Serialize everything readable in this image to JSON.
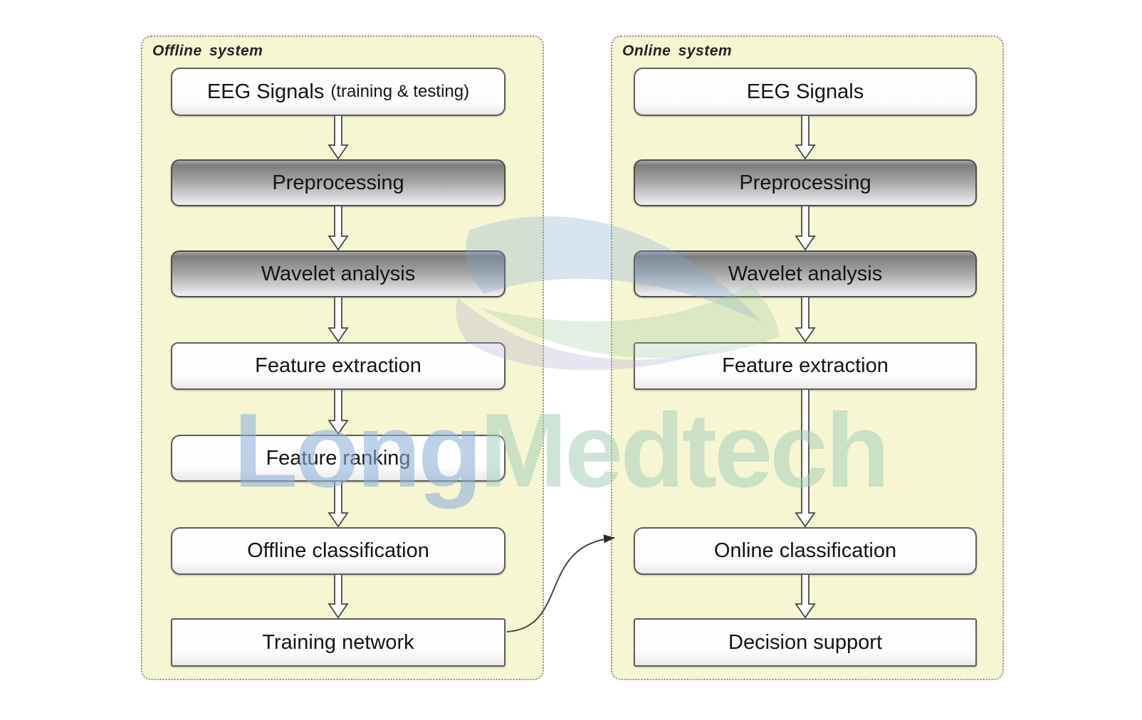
{
  "offline_panel": {
    "label": "Offline system",
    "boxes": {
      "eeg_main": "EEG Signals",
      "eeg_note": "(training & testing)",
      "preprocessing": "Preprocessing",
      "wavelet": "Wavelet analysis",
      "feature_extraction": "Feature extraction",
      "feature_ranking": "Feature ranking",
      "classification": "Offline classification",
      "training": "Training network"
    }
  },
  "online_panel": {
    "label": "Online system",
    "boxes": {
      "eeg": "EEG Signals",
      "preprocessing": "Preprocessing",
      "wavelet": "Wavelet analysis",
      "feature_extraction": "Feature extraction",
      "classification": "Online classification",
      "decision": "Decision support"
    }
  },
  "watermark": {
    "part1": "Long",
    "part2": "Medtech",
    "part1_color": "#8db0d8",
    "part2_color": "#a3cbb7"
  },
  "colors": {
    "panel_background": "#f6f6d3",
    "panel_dotted_border": "#8f8f8f",
    "box_border": "#5f5f5f",
    "gradient_box_top": "#7d7d7d",
    "gradient_box_bottom": "#f2f2f2",
    "arrow_stroke": "#474747",
    "connector_stroke": "#444444"
  },
  "icons": {
    "flow_arrow": "double-line hollow down arrow",
    "connector_arrow": "curved arrow from Training network to Online classification"
  }
}
